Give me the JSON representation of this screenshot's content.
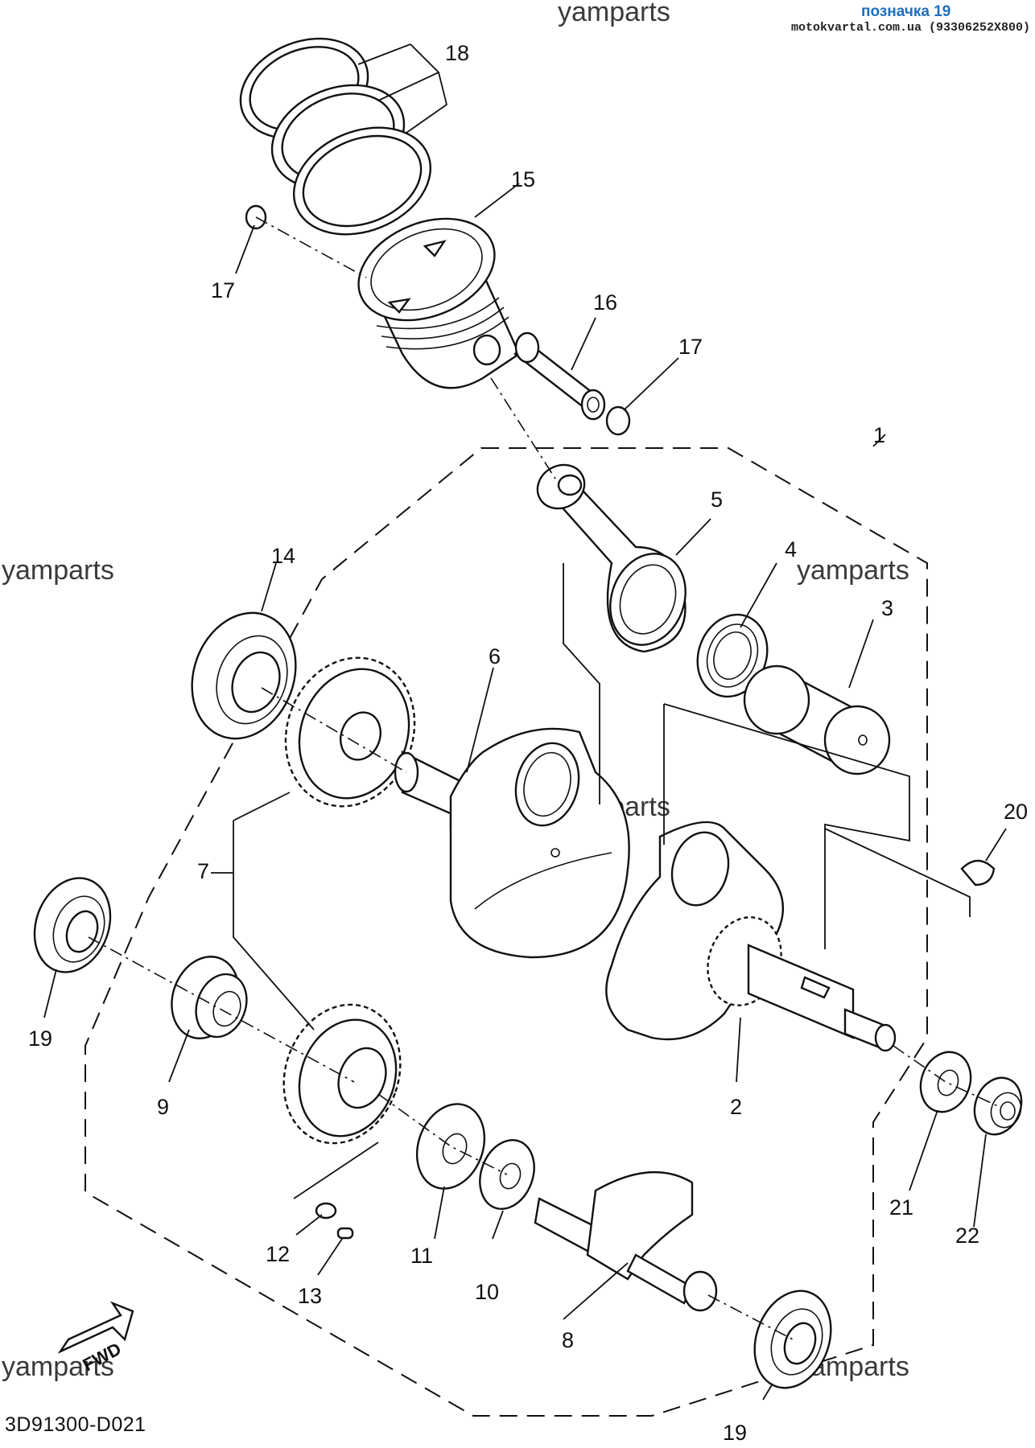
{
  "header": {
    "title": "позначка 19",
    "site": "motokvartal.com.ua (93306252X800)"
  },
  "watermarks": [
    "yamparts",
    "yamparts",
    "yamparts",
    "yamparts",
    "yamparts",
    "yamparts"
  ],
  "callouts": {
    "c1": "1",
    "c2": "2",
    "c3": "3",
    "c4": "4",
    "c5": "5",
    "c6": "6",
    "c7": "7",
    "c8": "8",
    "c9": "9",
    "c10": "10",
    "c11": "11",
    "c12": "12",
    "c13": "13",
    "c14": "14",
    "c15": "15",
    "c16": "16",
    "c17a": "17",
    "c17b": "17",
    "c18": "18",
    "c19a": "19",
    "c19b": "19",
    "c20": "20",
    "c21": "21",
    "c22": "22"
  },
  "fwd_label": "FWD",
  "doc_code": "3D91300-D021",
  "ink_color": "#111111",
  "header_color": "#1f6fbf"
}
